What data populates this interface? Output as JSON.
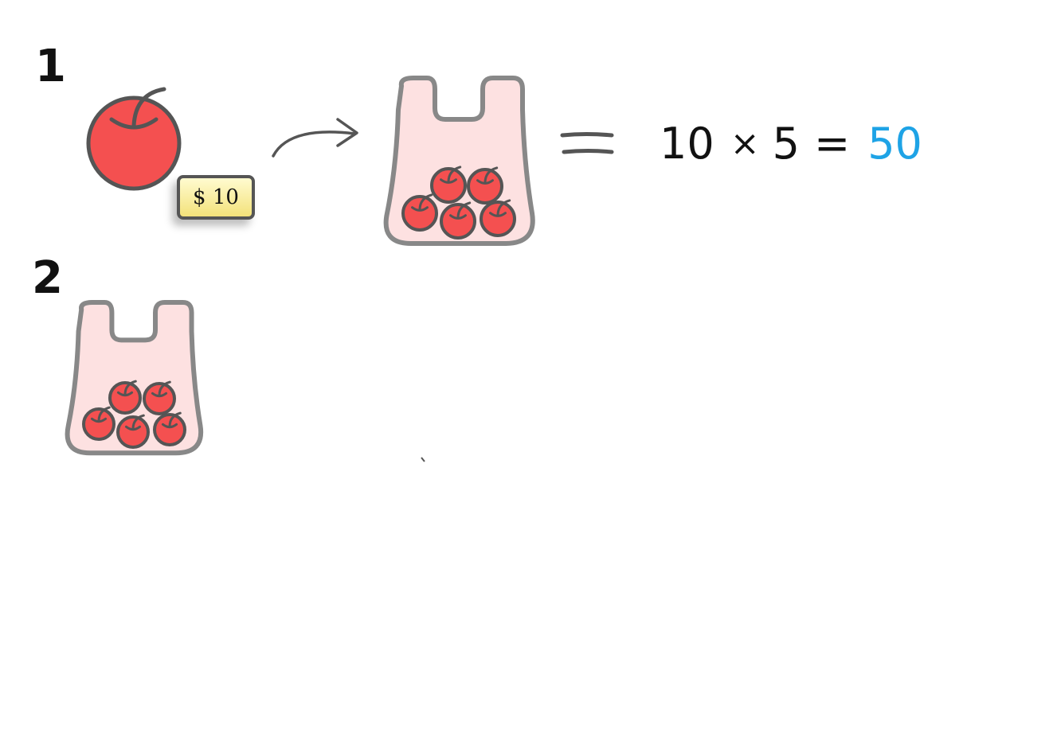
{
  "steps": [
    {
      "number": "1",
      "price_tag": "$ 10",
      "equation": {
        "a": "10",
        "times": "×",
        "b": "5",
        "equals": "=",
        "result": "50"
      },
      "bag_apple_count": 5
    },
    {
      "number": "2",
      "bag_apple_count": 5
    }
  ],
  "colors": {
    "apple": "#f45050",
    "bag_fill": "#fde1e1",
    "outline": "#555555",
    "result": "#1ea3e6",
    "tag_fill": "#f8ec9a"
  }
}
